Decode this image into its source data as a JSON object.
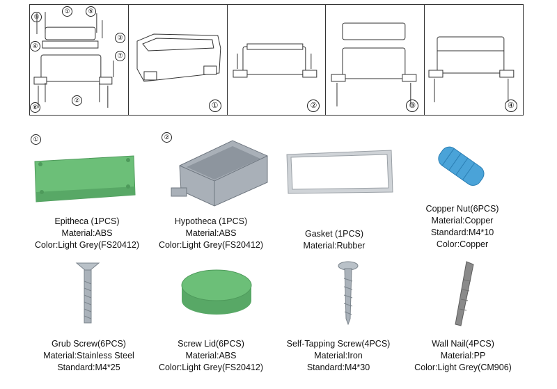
{
  "assembly": {
    "callouts": [
      "①",
      "②",
      "③",
      "④",
      "⑤",
      "⑥",
      "⑦",
      "⑧"
    ],
    "steps": [
      "①",
      "②",
      "③",
      "④"
    ]
  },
  "parts": [
    {
      "name": "Epitheca (1PCS)",
      "lines": [
        "Material:ABS",
        "Color:Light Grey(FS20412)"
      ],
      "marker": "①"
    },
    {
      "name": "Hypotheca (1PCS)",
      "lines": [
        "Material:ABS",
        "Color:Light Grey(FS20412)"
      ],
      "marker": "②"
    },
    {
      "name": "Gasket (1PCS)",
      "lines": [
        "Material:Rubber"
      ]
    },
    {
      "name": "Copper Nut(6PCS)",
      "lines": [
        "Material:Copper",
        "Standard:M4*10",
        "Color:Copper"
      ]
    },
    {
      "name": "Grub Screw(6PCS)",
      "lines": [
        "Material:Stainless Steel",
        "Standard:M4*25"
      ]
    },
    {
      "name": "Screw Lid(6PCS)",
      "lines": [
        "Material:ABS",
        "Color:Light Grey(FS20412)"
      ]
    },
    {
      "name": "Self-Tapping Screw(4PCS)",
      "lines": [
        "Material:Iron",
        "Standard:M4*30"
      ]
    },
    {
      "name": "Wall Nail(4PCS)",
      "lines": [
        "Material:PP",
        "Color:Light Grey(CM906)"
      ]
    }
  ],
  "colors": {
    "green": "#6cbf78",
    "blue": "#4aa3d8",
    "metal": "#9aa3ad",
    "nail": "#8a8a8a"
  }
}
